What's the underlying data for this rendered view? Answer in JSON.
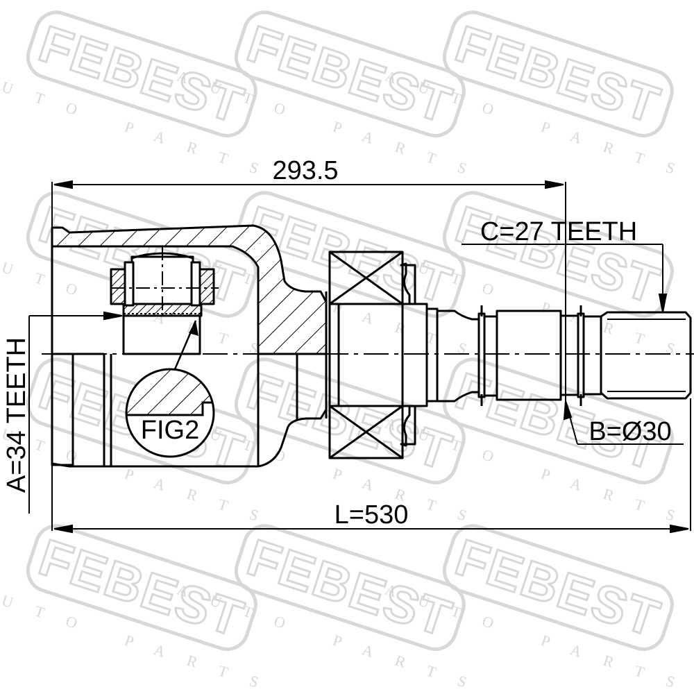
{
  "watermark": {
    "brand": "FEBEST",
    "tagline": "AUTO PARTS"
  },
  "dimensions": {
    "joint_length": "293.5",
    "total_length": "L=530",
    "outer_spline": "C=27 TEETH",
    "inner_spline": "A=34 TEETH",
    "shaft_diameter": "B=Ø30"
  },
  "figure_label": "FIG2",
  "colors": {
    "line": "#000000",
    "watermark": "#d8d8d8",
    "background": "#ffffff"
  }
}
